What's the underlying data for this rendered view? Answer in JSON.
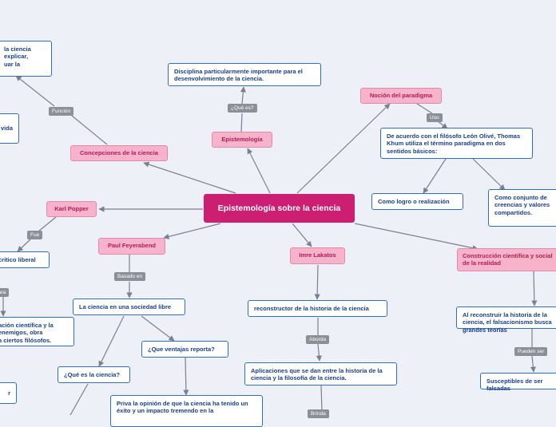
{
  "central": "Epistemología sobre la ciencia",
  "nodes": {
    "func_cut": "la ciencia\nexplicar,\nuar la",
    "vida_cut": "vida",
    "disciplina": "Disciplina particularmente importante para el desenvolvimiento de la ciencia.",
    "nocion": "Noción del paradigma",
    "epistemologia": "Epistemología",
    "concepciones": "Concepciones de la ciencia",
    "olive": "De acuerdo con el filósofo León Olivé, Thomas Khum utiliza el término paradigma en dos sentidos básicos:",
    "logro": "Como logro o realización",
    "creencias": "Como conjunto de creencias y valores compartidos.",
    "popper": "Karl Popper",
    "critico_cut": "crítico liberal",
    "feyerabend": "Paul Feyerabend",
    "lakatos": "Imre Lakatos",
    "construccion": "Construcción científica y social de la realidad",
    "sociedad": "La ciencia en una sociedad libre",
    "reconstructor": "reconstructor de la historia de la ciencia",
    "reconstruir": "Al reconstruir la historia de la ciencia, el falsacionismo busca grandes teorías",
    "enemigos_cut": "ación científica y la\nenemigos, obra\na ciertos filósofos.",
    "ventajas": "¿Que ventajas reporta?",
    "aplicaciones": "Aplicaciones que se dan entre la historia de la ciencia y la filosofía de la ciencia.",
    "que_es_ciencia": "¿Qué es la ciencia?",
    "susceptibles": "Susceptibles de ser falsadas",
    "r_cut": "r",
    "priva": "Priva la opinión de que la ciencia ha tenido un éxito y un impacto tremendo en la"
  },
  "labels": {
    "funcion": "Función",
    "que_es": "¿Qué es?",
    "uso": "Uso",
    "fue": "Fue",
    "ara": "ara",
    "basado_en": "Basado en",
    "aborda": "Aborda",
    "pueden_ser": "Pueden ser",
    "brinda": "Brinda"
  }
}
